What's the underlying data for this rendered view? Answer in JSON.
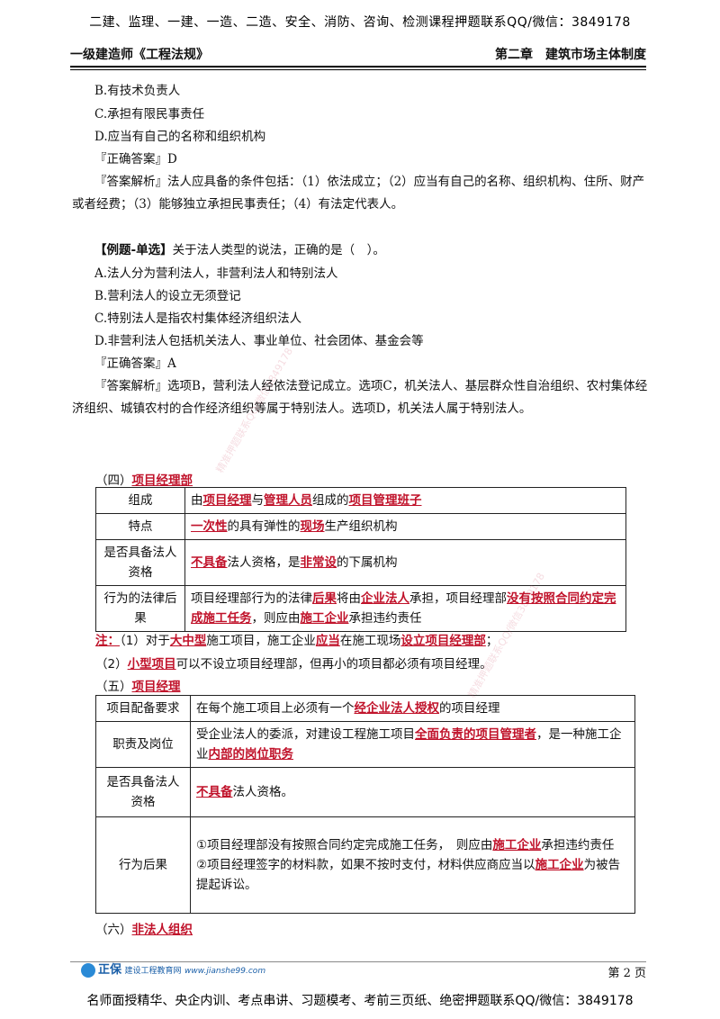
{
  "banner_top": "二建、监理、一建、一造、二造、安全、消防、咨询、检测课程押题联系QQ/微信：3849178",
  "header": {
    "left": "一级建造师《工程法规》",
    "right": "第二章　建筑市场主体制度"
  },
  "q1": {
    "opt_b": "B.有技术负责人",
    "opt_c": "C.承担有限民事责任",
    "opt_d": "D.应当有自己的名称和组织机构",
    "answer": "『正确答案』D",
    "analysis": "『答案解析』法人应具备的条件包括：（1）依法成立；（2）应当有自己的名称、组织机构、住所、财产或者经费；（3）能够独立承担民事责任；（4）有法定代表人。"
  },
  "q2": {
    "tag": "【例题-单选】",
    "stem": "关于法人类型的说法，正确的是（　）。",
    "opt_a": "A.法人分为营利法人，非营利法人和特别法人",
    "opt_b": "B.营利法人的设立无须登记",
    "opt_c": "C.特别法人是指农村集体经济组织法人",
    "opt_d": "D.非营利法人包括机关法人、事业单位、社会团体、基金会等",
    "answer": "『正确答案』A",
    "analysis": "『答案解析』选项B，营利法人经依法登记成立。选项C，机关法人、基层群众性自治组织、农村集体经济组织、城镇农村的合作经济组织等属于特别法人。选项D，机关法人属于特别法人。"
  },
  "sec4": {
    "num": "（四）",
    "title": "项目经理部",
    "rows": [
      {
        "k": "组成",
        "p1": "由",
        "h1": "项目经理",
        "p2": "与",
        "h2": "管理人员",
        "p3": "组成的",
        "h3": "项目管理班子"
      },
      {
        "k": "特点",
        "h1": "一次性",
        "p1": "的具有弹性的",
        "h2": "现场",
        "p2": "生产组织机构"
      },
      {
        "k": "是否具备法人资格",
        "h1": "不具备",
        "p1": "法人资格，是",
        "h2": "非常设",
        "p2": "的下属机构"
      },
      {
        "k": "行为的法律后果",
        "p1": "项目经理部行为的法律",
        "h1": "后果",
        "p2": "将由",
        "h2": "企业法人",
        "p3": "承担，项目经理部",
        "h3": "没有按照合同约定完成施工任务",
        "p4": "，则应由",
        "h4": "施工企业",
        "p5": "承担违约责任"
      }
    ],
    "note_label": "注：",
    "note1_a": "（1）对于",
    "note1_h1": "大中型",
    "note1_b": "施工项目，施工企业",
    "note1_h2": "应当",
    "note1_c": "在施工现场",
    "note1_h3": "设立项目经理部",
    "note1_d": "；",
    "note2_a": "（2）",
    "note2_h1": "小型项目",
    "note2_b": "可以不设立项目经理部，但再小的项目都必须有项目经理。"
  },
  "sec5": {
    "num": "（五）",
    "title": "项目经理",
    "rows": [
      {
        "k": "项目配备要求",
        "p1": "在每个施工项目上必须有一个",
        "h1": "经企业法人授权",
        "p2": "的项目经理"
      },
      {
        "k": "职责及岗位",
        "p1": "受企业法人的委派，对建设工程施工项目",
        "h1": "全面负责的项目管理者",
        "p2": "，是一种施工企业",
        "h2": "内部的岗位职务"
      },
      {
        "k": "是否具备法人资格",
        "h1": "不具备",
        "p1": "法人资格。"
      },
      {
        "k": "行为后果",
        "l1a": "①项目经理部没有按照合同约定完成施工任务，　则应由",
        "l1h": "施工企业",
        "l1b": "承担违约责任",
        "l2a": "②项目经理签字的材料款，如果不按时支付，材料供应商应当以",
        "l2h": "施工企业",
        "l2b": "为被告提起诉讼。"
      }
    ]
  },
  "sec6": {
    "num": "（六）",
    "title": "非法人组织"
  },
  "footer": {
    "logo_brand": "正保",
    "logo_text": "建设工程教育网",
    "logo_url": "www.jianshe99.com",
    "page": "第 2 页"
  },
  "banner_bottom": "名师面授精华、央企内训、考点串讲、习题模考、考前三页纸、绝密押题联系QQ/微信：3849178",
  "watermark": "精准押题联系QQ/微信3849178",
  "colors": {
    "highlight": "#c0122a",
    "logo": "#1a5fa8"
  }
}
